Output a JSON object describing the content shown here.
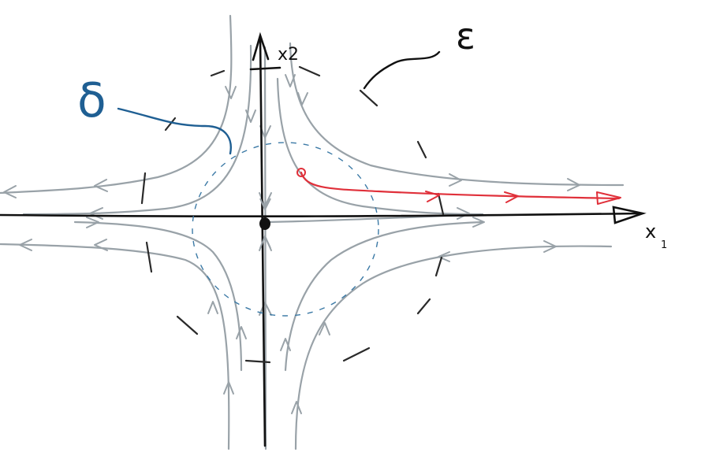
{
  "labels": {
    "x1": "x",
    "x1_sub": "1",
    "x2": "x2",
    "epsilon": "ε",
    "delta": "δ"
  },
  "colors": {
    "axis": "#111111",
    "trajectory": "#99a2a8",
    "delta_circle": "#3c7aa6",
    "delta_label": "#1f5f93",
    "epsilon_circle": "#2a2a2a",
    "perturbed_trajectory": "#e0303a",
    "equilibrium": "#111111"
  },
  "elements": {
    "equilibrium_point": "origin",
    "delta_ball": "dashed-circle",
    "epsilon_ball": "dashed-circle",
    "perturbed_solution": "red-trajectory-escaping-along-x1"
  }
}
